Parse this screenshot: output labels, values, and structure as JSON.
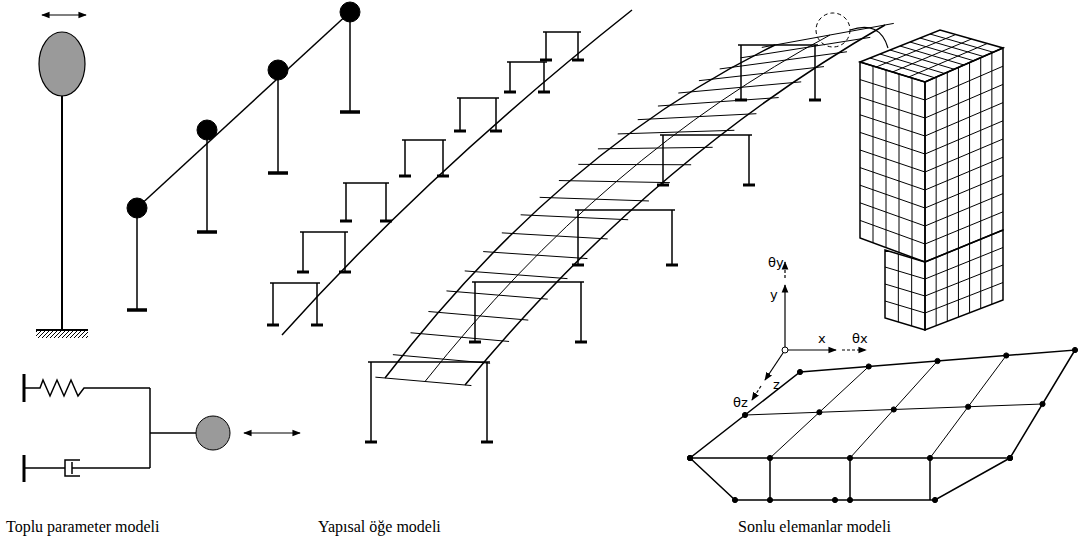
{
  "diagram": {
    "labels": [
      "Toplu parameter modeli",
      "Yapısal öğe modeli",
      "Sonlu elemanlar modeli",
      "θy",
      "y",
      "x",
      "θx",
      "z",
      "θz"
    ]
  }
}
